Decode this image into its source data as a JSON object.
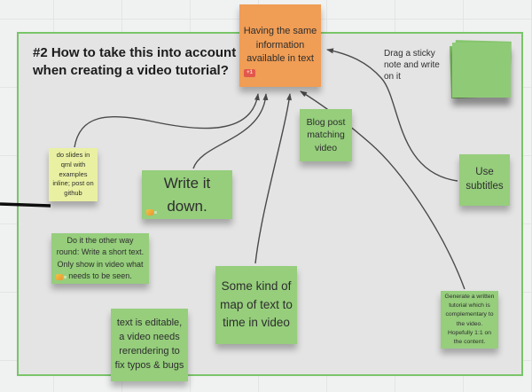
{
  "frame": {
    "title": "#2 How to take this into account when creating a video tutorial?"
  },
  "hint": {
    "text": "Drag a sticky note and write on it"
  },
  "notes": {
    "having": {
      "text": "Having the same information available in text",
      "badge": "+1"
    },
    "blog": {
      "text": "Blog post matching video"
    },
    "subtitles": {
      "text": "Use subtitles"
    },
    "slides": {
      "text": "do slides in qml with examples inline; post on github"
    },
    "write": {
      "text": "Write it down."
    },
    "otherway": {
      "text": "Do it the other way round: Write a short text. Only show in video what needs to be seen."
    },
    "map": {
      "text": "Some kind of map of text to time in video"
    },
    "editable": {
      "text": "text is editable, a video needs rerendering to fix typos & bugs"
    },
    "generate": {
      "text": "Generate a written tutorial which is complementary to the video. Hopefully 1:1 on the content."
    }
  },
  "icons": {
    "reaction": "thumbs-up-emoji",
    "sticky_stack": "sticky-note-stack"
  },
  "colors": {
    "sticky_green": "#96ce7c",
    "sticky_orange": "#f09d55",
    "sticky_yellow": "#e9f0a2",
    "frame_border": "#79c569",
    "frame_fill": "#e4e4e4",
    "badge_red": "#e2574c",
    "connector": "#4a4a4a"
  }
}
